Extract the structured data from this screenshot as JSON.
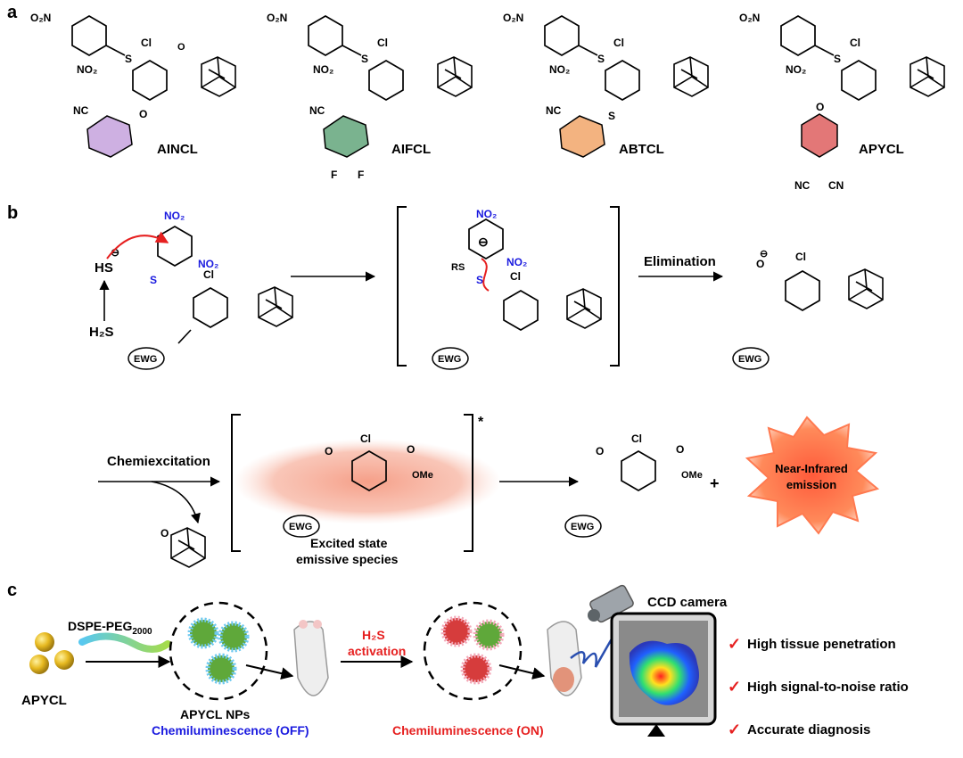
{
  "panels": {
    "a": "a",
    "b": "b",
    "c": "c"
  },
  "probes": [
    {
      "name": "AINCL",
      "color": "#b98fd6"
    },
    {
      "name": "AIFCL",
      "color": "#4d9a6a"
    },
    {
      "name": "ABTCL",
      "color": "#f0a060"
    },
    {
      "name": "APYCL",
      "color": "#d94a4a"
    }
  ],
  "atoms": {
    "o2n": "O₂N",
    "no2": "NO₂",
    "cl": "Cl",
    "nc": "NC",
    "cn": "CN",
    "o": "O",
    "s": "S",
    "f": "F",
    "rs": "RS",
    "hs": "HS",
    "h2s": "H₂S",
    "ewg": "EWG",
    "ome": "OMe",
    "minus": "⊖"
  },
  "mechanism": {
    "elimination": "Elimination",
    "chemiexcitation": "Chemiexcitation",
    "excited_state_line1": "Excited state",
    "excited_state_line2": "emissive species",
    "star": "*",
    "plus": "+",
    "nir_line1": "Near-Infrared",
    "nir_line2": "emission"
  },
  "workflow": {
    "apycl": "APYCL",
    "dspe_peg": "DSPE-PEG",
    "dspe_peg_sub": "2000",
    "nps": "APYCL NPs",
    "cl_off": "Chemiluminescence (OFF)",
    "h2s_line1": "H₂S",
    "h2s_line2": "activation",
    "cl_on": "Chemiluminescence (ON)",
    "ccd": "CCD camera",
    "benefits": [
      "High tissue penetration",
      "High signal-to-noise ratio",
      "Accurate diagnosis"
    ],
    "check": "✓"
  },
  "colors": {
    "blue": "#1a1adf",
    "red": "#e62020",
    "glow": "#f7a48c"
  }
}
